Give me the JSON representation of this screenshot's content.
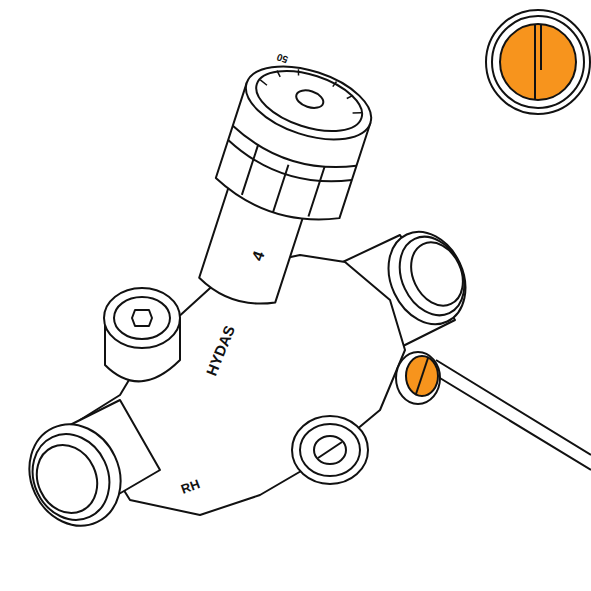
{
  "diagram": {
    "labels": [
      "50",
      "4",
      "HYDAS",
      "RH"
    ]
  }
}
